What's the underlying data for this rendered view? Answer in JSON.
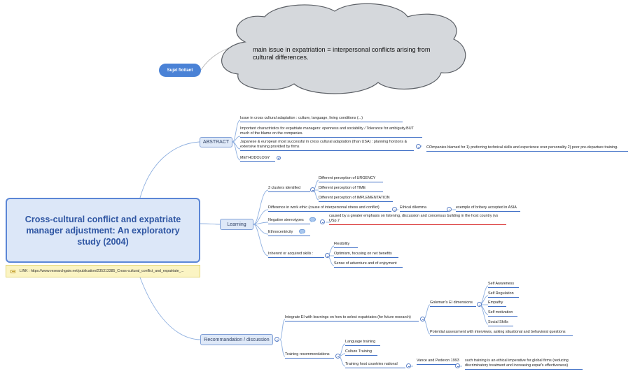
{
  "floating_topic": {
    "label": "Sujet flottant"
  },
  "cloud_note": {
    "text": "main issue in expatriation = interpersonal conflicts arising from cultural differences."
  },
  "central_topic": {
    "title": "Cross-cultural conflict and expatriate manager adjustment: An exploratory study (2004)"
  },
  "link": {
    "text": "LINK : https://www.researchgate.net/publication/235313385_Cross-cultural_conflict_and_expatriate_..."
  },
  "abstract": {
    "label": "ABSTRACT",
    "items": [
      "Issue in cross cultural adaptation : culture, language, living conditions (...)",
      "Important charactristics for expatriate managers: openness and sociability / Tolerance for ambiguity.BUT much of the blame on the companies.",
      "Japanese & european most successful in cross cultural adaptation (than USA) : planning horizons & extensive training provided by firms",
      "METHODOLOGY"
    ],
    "companies_note": "COmpanies blamed for 1) preferring technical skills and experience over personality 2) poor pre-departure training."
  },
  "learning": {
    "label": "Learning",
    "clusters_label": "3 clusters identified",
    "clusters": [
      "Different perception of URGENCY",
      "Different perception of TIME",
      "Different perception of IMPLEMENTATION"
    ],
    "work_ethic": "Difference in work ethic (cause of interpersonal stress and conflict)",
    "ethical_dilemma": "Ethical dilemma",
    "bribery_example": "exemple of bribery accepted in ASIA",
    "negative_stereotypes": "Negative stereotypes",
    "stereotypes_cause": "caused by a greater emphasis on listening, discussion and concensus building in the host country (vs USp.7",
    "ethnocentricity": "Ethnocentricity",
    "skills_label": "Inherent or acquired skills :",
    "skills": [
      "Flexibility",
      "Optimism, focusing on net benefits",
      "Sense of adventure and of enjoyment"
    ]
  },
  "recommendation": {
    "label": "Recommandation / discussion",
    "integrate_ei": "Integrate EI with learnings on how to select expatriates (for future research)",
    "goleman_label": "Goleman's EI dimensions",
    "goleman_items": [
      "Self Awareness",
      "Self Regulation",
      "Empathy",
      "Self motivation",
      "Social Skills"
    ],
    "potential_assessment": "Potential assessment with interviews, asking situational and behavioral questions",
    "training_label": "Training recommendations",
    "training_items": [
      "Language training",
      "Culture Training",
      "Training host countries national"
    ],
    "vance_ref": "Vance and Pederon 1993",
    "vance_note": "such training is an ethical imperative for global firms (reducing discriminatory treatment and increasing expat's effectiveness)"
  }
}
